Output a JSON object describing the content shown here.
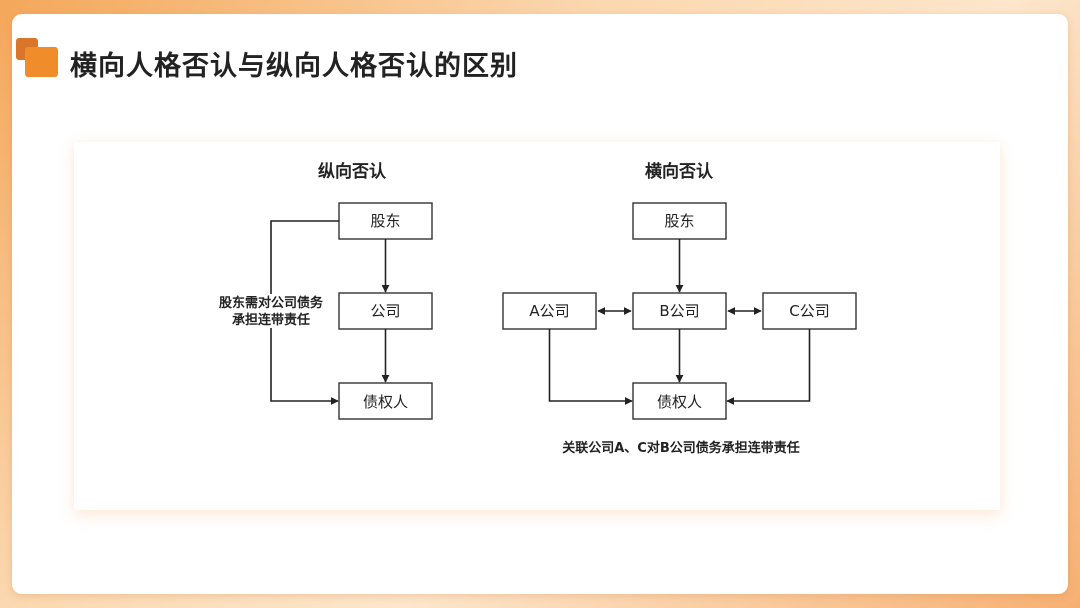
{
  "title": "横向人格否认与纵向人格否认的区别",
  "vertical": {
    "heading": "纵向否认",
    "nodes": {
      "shareholder": "股东",
      "company": "公司",
      "creditor": "债权人"
    },
    "note_line1": "股东需对公司债务",
    "note_line2": "承担连带责任"
  },
  "horizontal": {
    "heading": "横向否认",
    "nodes": {
      "shareholder": "股东",
      "company_a": "A公司",
      "company_b": "B公司",
      "company_c": "C公司",
      "creditor": "债权人"
    },
    "note": "关联公司A、C对B公司债务承担连带责任"
  },
  "colors": {
    "accent": "#f08c2a",
    "accent_dark": "#d9762a",
    "line": "#222222"
  }
}
